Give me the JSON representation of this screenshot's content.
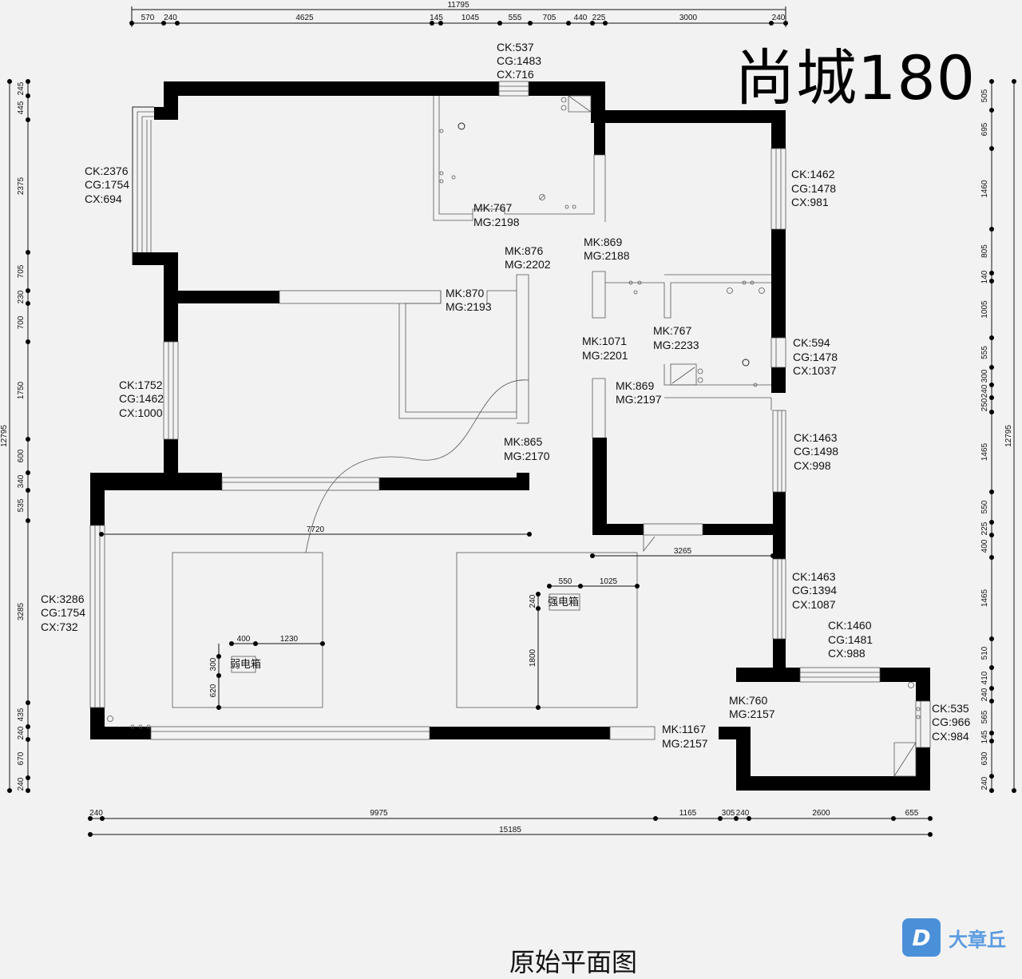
{
  "header": {
    "title": "尚城180"
  },
  "footer": {
    "drawing_title": "原始平面图"
  },
  "brand": {
    "logo_letter": "D",
    "name": "大章丘",
    "color": "#4a90d9"
  },
  "dimensions": {
    "top_total": "11795",
    "top_segments": [
      "570",
      "240",
      "4625",
      "145",
      "1045",
      "555",
      "705",
      "440",
      "225",
      "3000",
      "240"
    ],
    "bottom_segments": [
      "240",
      "9975",
      "1165",
      "305",
      "240",
      "2600",
      "655"
    ],
    "bottom_total": "15185",
    "left_total": "12795",
    "left_segments": [
      "245",
      "445",
      "2375",
      "705",
      "230",
      "700",
      "1750",
      "600",
      "340",
      "535",
      "3285",
      "435",
      "240",
      "670",
      "240"
    ],
    "right_total": "12795",
    "right_segments": [
      "505",
      "695",
      "1460",
      "805",
      "140",
      "1005",
      "555",
      "300",
      "240",
      "250",
      "1465",
      "550",
      "225",
      "400",
      "1465",
      "510",
      "410",
      "240",
      "565",
      "145",
      "630",
      "240"
    ],
    "inner": [
      "7720",
      "3265",
      "400",
      "1230",
      "300",
      "620",
      "550",
      "1025",
      "240",
      "1800"
    ]
  },
  "openings": {
    "w_top": [
      "CK:537",
      "CG:1483",
      "CX:716"
    ],
    "d_kitchen": [
      "MK:767",
      "MG:2198"
    ],
    "w_left_upper": [
      "CK:2376",
      "CG:1754",
      "CX:694"
    ],
    "d_876": [
      "MK:876",
      "MG:2202"
    ],
    "d_869a": [
      "MK:869",
      "MG:2188"
    ],
    "w_right_upper": [
      "CK:1462",
      "CG:1478",
      "CX:981"
    ],
    "d_870": [
      "MK:870",
      "MG:2193"
    ],
    "d_1071": [
      "MK:1071",
      "MG:2201"
    ],
    "d_767b": [
      "MK:767",
      "MG:2233"
    ],
    "w_594": [
      "CK:594",
      "CG:1478",
      "CX:1037"
    ],
    "w_left_mid": [
      "CK:1752",
      "CG:1462",
      "CX:1000"
    ],
    "d_869b": [
      "MK:869",
      "MG:2197"
    ],
    "w_1463a": [
      "CK:1463",
      "CG:1498",
      "CX:998"
    ],
    "d_865": [
      "MK:865",
      "MG:2170"
    ],
    "w_1463b": [
      "CK:1463",
      "CG:1394",
      "CX:1087"
    ],
    "w_left_low": [
      "CK:3286",
      "CG:1754",
      "CX:732"
    ],
    "w_1460": [
      "CK:1460",
      "CG:1481",
      "CX:988"
    ],
    "d_760": [
      "MK:760",
      "MG:2157"
    ],
    "w_535": [
      "CK:535",
      "CG:966",
      "CX:984"
    ],
    "d_1167": [
      "MK:1167",
      "MG:2157"
    ]
  },
  "boxes": {
    "weak": "弱电箱",
    "strong": "强电箱"
  }
}
